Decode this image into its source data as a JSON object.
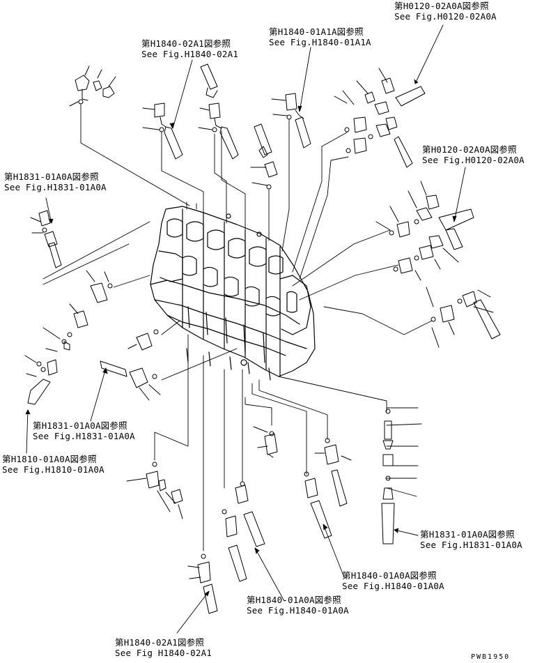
{
  "callouts": [
    {
      "id": "h0120-top",
      "jp": "第H0120-02A0A図参照",
      "en": "See Fig.H0120-02A0A"
    },
    {
      "id": "h1840-02a1-top",
      "jp": "第H1840-02A1図参照",
      "en": "See Fig.H1840-02A1"
    },
    {
      "id": "h1840-01a1a",
      "jp": "第H1840-01A1A図参照",
      "en": "See Fig.H1840-01A1A"
    },
    {
      "id": "h0120-right",
      "jp": "第H0120-02A0A図参照",
      "en": "See Fig.H0120-02A0A"
    },
    {
      "id": "h1831-left",
      "jp": "第H1831-01A0A図参照",
      "en": "See Fig.H1831-01A0A"
    },
    {
      "id": "h1831-mid",
      "jp": "第H1831-01A0A図参照",
      "en": "See Fig.H1831-01A0A"
    },
    {
      "id": "h1810",
      "jp": "第H1810-01A0A図参照",
      "en": "See Fig.H1810-01A0A"
    },
    {
      "id": "h1831-right",
      "jp": "第H1831-01A0A図参照",
      "en": "See Fig.H1831-01A0A"
    },
    {
      "id": "h1840-01a0a-right",
      "jp": "第H1840-01A0A図参照",
      "en": "See Fig.H1840-01A0A"
    },
    {
      "id": "h1840-01a0a-center",
      "jp": "第H1840-01A0A図参照",
      "en": "See Fig.H1840-01A0A"
    },
    {
      "id": "h1840-02a1-bottom",
      "jp": "第H1840-02A1図参照",
      "en": "See Fig H1840-02A1"
    }
  ],
  "drawing_code": "PWB1950",
  "colors": {
    "ink": "#000000",
    "paper": "#ffffff"
  }
}
